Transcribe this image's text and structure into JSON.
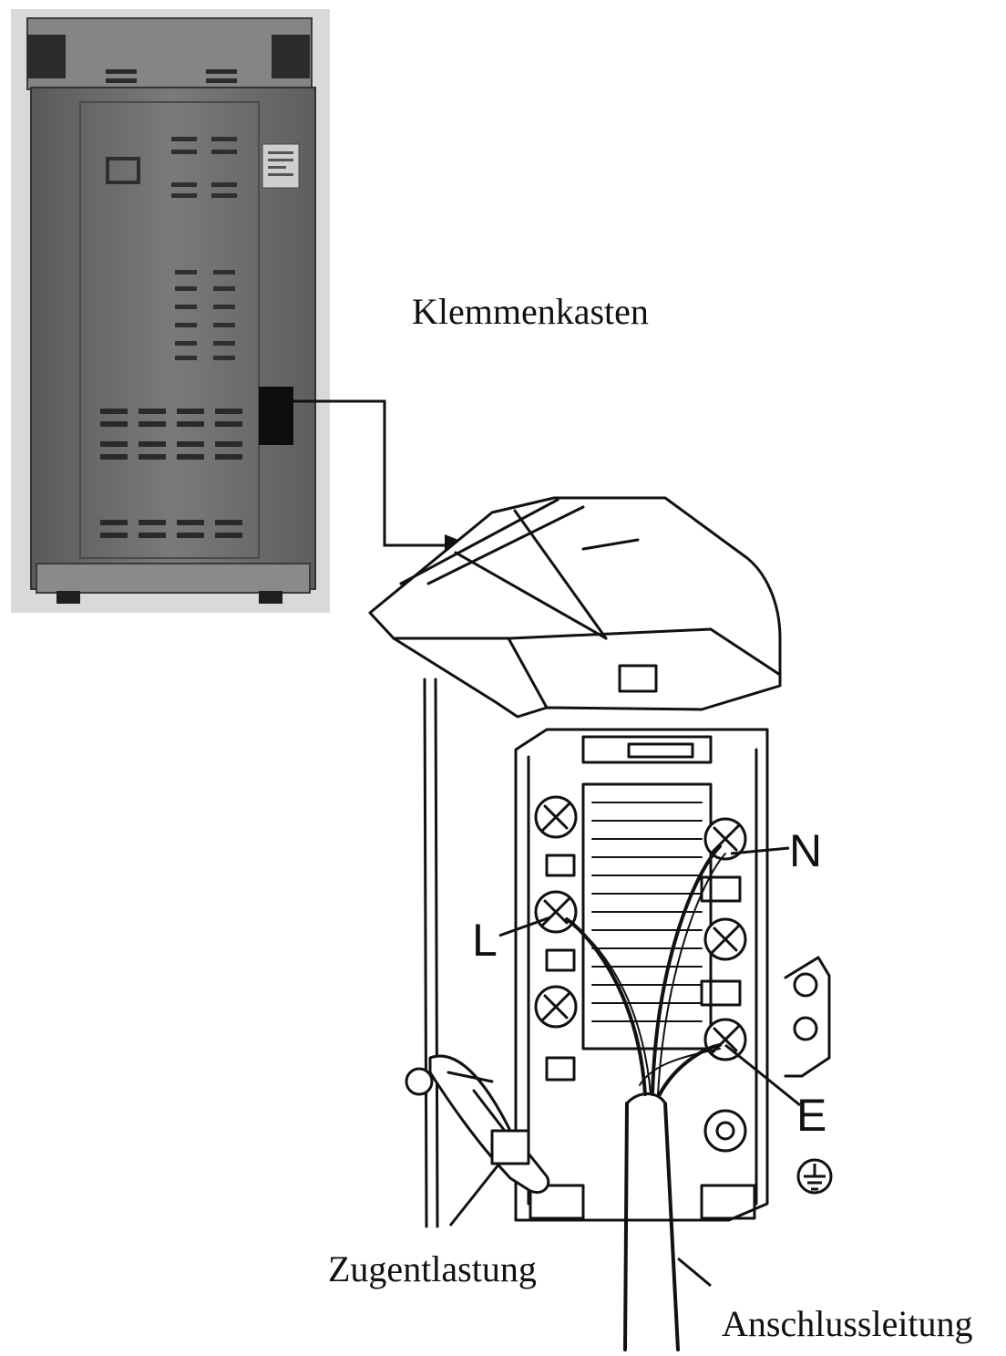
{
  "labels": {
    "terminal_box": "Klemmenkasten",
    "phase": "L",
    "neutral": "N",
    "earth": "E",
    "strain_relief": "Zugentlastung",
    "supply_cable": "Anschlussleitung"
  },
  "icons": {
    "earth_symbol": "earth-ground-icon"
  },
  "colors": {
    "appliance_panel": "#6e6e6e",
    "line_art": "#111111",
    "background": "#ffffff"
  }
}
